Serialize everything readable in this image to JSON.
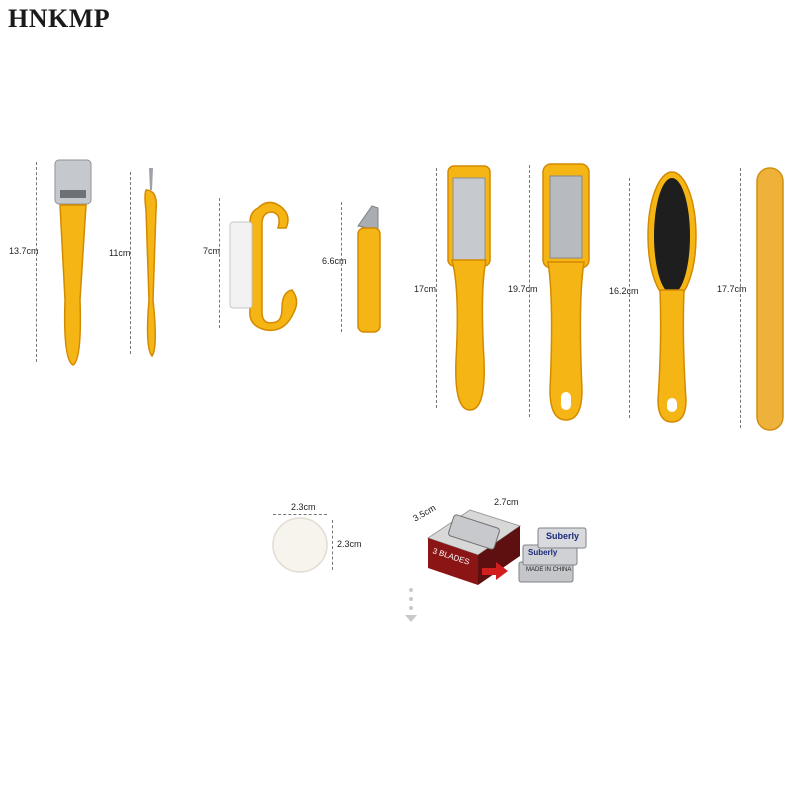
{
  "brand": "HNKMP",
  "tools": [
    {
      "name": "callus-shaver",
      "size": "13.7cm"
    },
    {
      "name": "cuticle-pusher",
      "size": "11cm"
    },
    {
      "name": "nail-brush",
      "size": "7cm"
    },
    {
      "name": "cuticle-knife",
      "size": "6.6cm"
    },
    {
      "name": "steel-foot-file",
      "size": "17cm"
    },
    {
      "name": "grater-foot-file",
      "size": "19.7cm"
    },
    {
      "name": "emery-foot-file",
      "size": "16.2cm"
    },
    {
      "name": "nail-file",
      "size": "17.7cm"
    }
  ],
  "sponge": {
    "width": "2.3cm",
    "height": "2.3cm"
  },
  "blade_box": {
    "depth": "3.5cm",
    "width": "2.7cm",
    "box_label": "3 BLADES",
    "blade_brand": "Suberly",
    "blade_brand_alt": "Suberly",
    "blade_origin": "MADE IN CHINA"
  },
  "colors": {
    "tool_yellow": "#f5b514",
    "tool_dark": "#d48a00",
    "steel": "#b9bcc0",
    "box_red": "#b21f1f"
  }
}
